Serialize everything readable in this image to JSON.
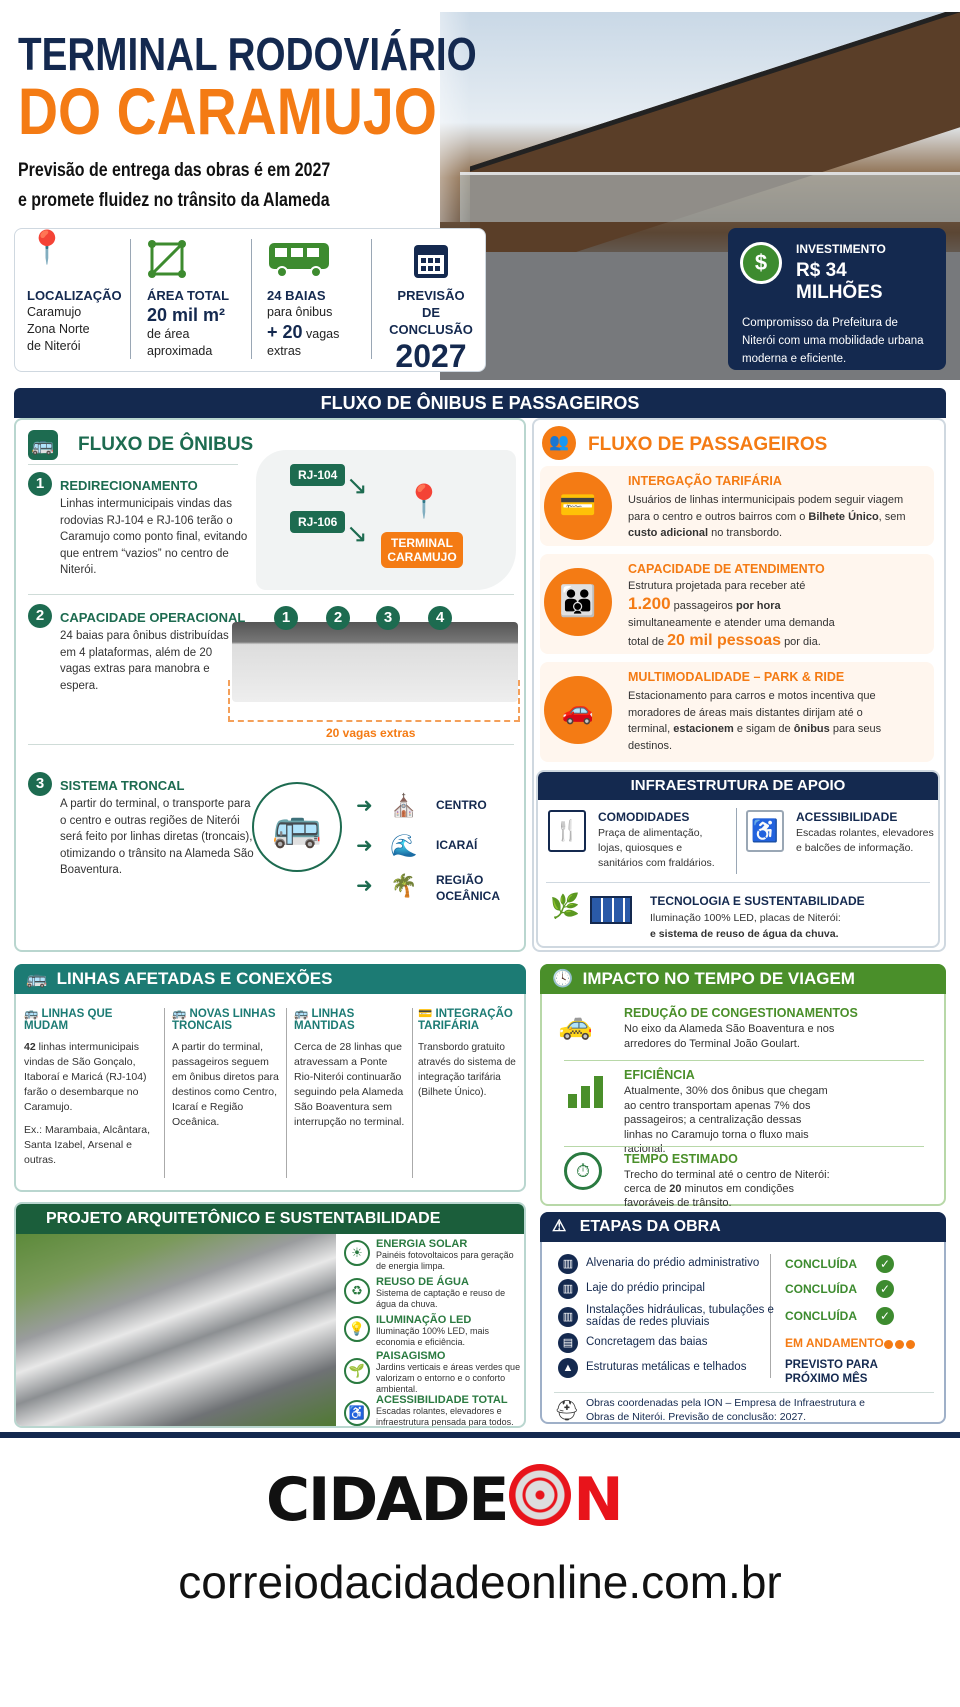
{
  "header": {
    "title_line1": "TERMINAL RODOVIÁRIO",
    "title_line2": "DO CARAMUJO",
    "subtitle_line1": "Previsão de entrega das obras é em 2027",
    "subtitle_line2": "e promete fluidez no trânsito da Alameda"
  },
  "stats": [
    {
      "icon": "map-pin-icon",
      "title": "LOCALIZAÇÃO",
      "lines": [
        "Caramujo",
        "Zona Norte",
        "de Niterói"
      ]
    },
    {
      "icon": "area-icon",
      "title": "ÁREA TOTAL",
      "big": "20 mil m²",
      "lines": [
        "de área",
        "aproximada"
      ]
    },
    {
      "icon": "bus-icon",
      "title": "24 BAIAS",
      "lines": [
        "para ônibus"
      ],
      "big": "+ 20",
      "after": "vagas",
      "last": "extras"
    },
    {
      "icon": "calendar-icon",
      "title": "PREVISÃO DE CONCLUSÃO",
      "big": "2027"
    }
  ],
  "investment": {
    "label": "INVESTIMENTO",
    "value": "R$ 34 MILHÕES",
    "text": "Compromisso da Prefeitura de Niterói com uma mobilidade urbana moderna e eficiente."
  },
  "flow": {
    "band_title": "FLUXO DE ÔNIBUS E PASSAGEIROS",
    "bus": {
      "title": "FLUXO DE ÔNIBUS",
      "items": [
        {
          "n": "1",
          "title": "REDIRECIONAMENTO",
          "text": "Linhas intermunicipais vindas das rodovias RJ-104 e RJ-106 terão o Caramujo como ponto final, evitando que entrem “vazios” no centro de Niterói."
        },
        {
          "n": "2",
          "title": "CAPACIDADE OPERACIONAL",
          "text": "24 baias para ônibus distribuídas em 4 plataformas, além de 20 vagas extras para manobra e espera."
        },
        {
          "n": "3",
          "title": "SISTEMA TRONCAL",
          "text": "A partir do terminal, o transporte para o centro e outras regiões de Niterói será feito por linhas diretas (troncais), otimizando o trânsito na Alameda São Boaventura."
        }
      ],
      "map": {
        "road1": "RJ-104",
        "road2": "RJ-106",
        "terminal": "TERMINAL CARAMUJO"
      },
      "platforms": [
        "1",
        "2",
        "3",
        "4"
      ],
      "extra_label": "20 vagas extras",
      "destinations": [
        "CENTRO",
        "ICARAÍ",
        "REGIÃO OCEÂNICA"
      ]
    },
    "passengers": {
      "title": "FLUXO DE PASSAGEIROS",
      "integ": {
        "title": "INTERGAÇÃO TARIFÁRIA",
        "t1": "Usuários de linhas intermunicipais podem seguir viagem para o centro e outros bairros com o ",
        "b1": "Bilhete Único",
        "t2": ", sem ",
        "b2": "custo adicional",
        "t3": " no transbordo."
      },
      "cap": {
        "title": "CAPACIDADE DE ATENDIMENTO",
        "t1": "Estrutura projetada para receber até",
        "n1": "1.200",
        "t2": "passageiros",
        "b1": "por hora",
        "t3": "simultaneamente e atender uma demanda",
        "t4": "total de",
        "n2": "20 mil pessoas",
        "t5": "por dia."
      },
      "multi": {
        "title": "MULTIMODALIDADE – PARK & RIDE",
        "t1": "Estacionamento para carros e motos incentiva que moradores de áreas mais distantes dirijam até o terminal, ",
        "b1": "estacionem",
        "t2": " e sigam de ",
        "b2": "ônibus",
        "t3": " para seus destinos."
      }
    },
    "infra": {
      "title": "INFRAESTRUTURA DE APOIO",
      "items": [
        {
          "title": "COMODIDADES",
          "text": "Praça de alimentação, lojas, quiosques e sanitários com fraldários."
        },
        {
          "title": "ACESSIBILIDADE",
          "text": "Escadas rolantes, elevadores e balcões de informação."
        },
        {
          "title": "TECNOLOGIA E SUSTENTABILIDADE",
          "text": "Iluminação 100% LED, placas de Niterói:",
          "bold": "e sistema de reuso de água da chuva."
        }
      ]
    }
  },
  "lines": {
    "title": "LINHAS AFETADAS E CONEXÕES",
    "cols": [
      {
        "title": "LINHAS QUE MUDAM",
        "bold": "42",
        "text": " linhas intermunicipais vindas de São Gonçalo, Itaboraí e Maricá (RJ-104) farão o desembarque no Caramujo.",
        "extra": "Ex.: Marambaia, Alcântara, Santa Izabel, Arsenal e outras."
      },
      {
        "title": "NOVAS LINHAS TRONCAIS",
        "text": "A partir do terminal, passageiros seguem em ônibus diretos para destinos como Centro, Icaraí e Região Oceânica."
      },
      {
        "title": "LINHAS MANTIDAS",
        "text": "Cerca de 28 linhas que atravessam a Ponte Rio-Niterói continuarão seguindo pela Alameda São Boaventura sem interrupção no terminal."
      },
      {
        "title": "INTEGRAÇÃO TARIFÁRIA",
        "text": "Transbordo gratuito através do sistema de integração tarifária (Bilhete Único)."
      }
    ]
  },
  "impact": {
    "title": "IMPACTO NO TEMPO DE VIAGEM",
    "items": [
      {
        "title": "REDUÇÃO DE CONGESTIONAMENTOS",
        "text": "No eixo da Alameda São Boaventura e nos arredores do Terminal João Goulart."
      },
      {
        "title": "EFICIÊNCIA",
        "text": "Atualmente, 30% dos ônibus que chegam ao centro transportam apenas 7% dos passageiros; a centralização dessas linhas no Caramujo torna o fluxo mais racional."
      },
      {
        "title": "TEMPO ESTIMADO",
        "t1": "Trecho do terminal até o centro de Niterói: cerca de ",
        "b": "20",
        "t2": " minutos em condições favoráveis de trânsito."
      }
    ]
  },
  "project": {
    "title": "PROJETO ARQUITETÔNICO E SUSTENTABILIDADE",
    "items": [
      {
        "title": "ENERGIA SOLAR",
        "text": "Painéis fotovoltaicos para geração de energia limpa."
      },
      {
        "title": "REUSO DE ÁGUA",
        "text": "Sistema de captação e reuso de água da chuva."
      },
      {
        "title": "ILUMINAÇÃO LED",
        "text": "Iluminação 100% LED, mais economia e eficiência."
      },
      {
        "title": "PAISAGISMO",
        "text": "Jardins verticais e áreas verdes que valorizam o entorno e o conforto ambiental."
      },
      {
        "title": "ACESSIBILIDADE TOTAL",
        "text": "Escadas rolantes, elevadores e infraestrutura pensada para todos."
      }
    ]
  },
  "stages": {
    "title": "ETAPAS DA OBRA",
    "rows": [
      {
        "task": "Alvenaria do prédio administrativo",
        "status": "CONCLUÍDA",
        "state": "done"
      },
      {
        "task": "Laje do prédio principal",
        "status": "CONCLUÍDA",
        "state": "done"
      },
      {
        "task": "Instalações hidráulicas, tubulações e saídas de redes pluviais",
        "status": "CONCLUÍDA",
        "state": "done"
      },
      {
        "task": "Concretagem das baias",
        "status": "EM ANDAMENTO",
        "state": "progress"
      },
      {
        "task": "Estruturas metálicas e telhados",
        "status": "PREVISTO PARA PRÓXIMO MÊS",
        "state": "planned"
      }
    ],
    "note": "Obras coordenadas pela ION – Empresa de Infraestrutura e Obras de Niterói. Previsão de conclusão: 2027."
  },
  "footer": {
    "logo": "CIDADEON",
    "logo_left": "CIDADE",
    "logo_right": "N",
    "url": "correiodacidadeonline.com.br"
  },
  "colors": {
    "navy": "#14294f",
    "orange": "#f47b14",
    "green": "#1d6b50",
    "teal": "#1c7b74",
    "lime": "#4a8f2a",
    "red": "#e8141b"
  }
}
